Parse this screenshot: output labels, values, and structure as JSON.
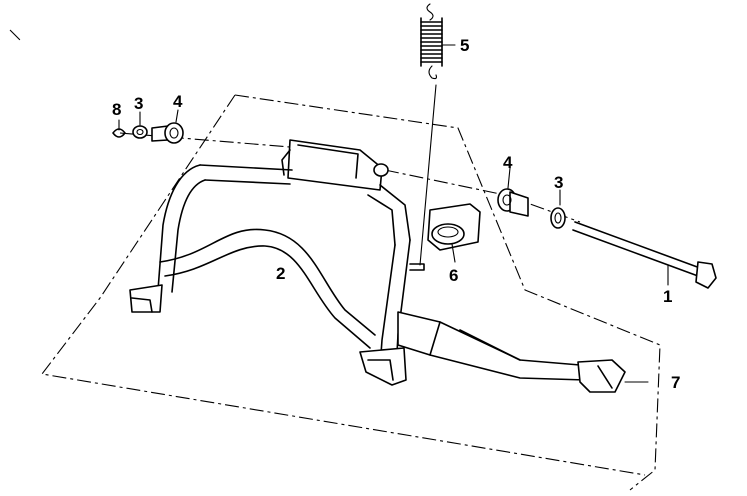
{
  "diagram": {
    "callouts": [
      {
        "id": "c1",
        "label": "1"
      },
      {
        "id": "c2",
        "label": "2"
      },
      {
        "id": "c3a",
        "label": "3"
      },
      {
        "id": "c3b",
        "label": "3"
      },
      {
        "id": "c4a",
        "label": "4"
      },
      {
        "id": "c4b",
        "label": "4"
      },
      {
        "id": "c5",
        "label": "5"
      },
      {
        "id": "c6",
        "label": "6"
      },
      {
        "id": "c7",
        "label": "7"
      },
      {
        "id": "c8",
        "label": "8"
      }
    ]
  }
}
